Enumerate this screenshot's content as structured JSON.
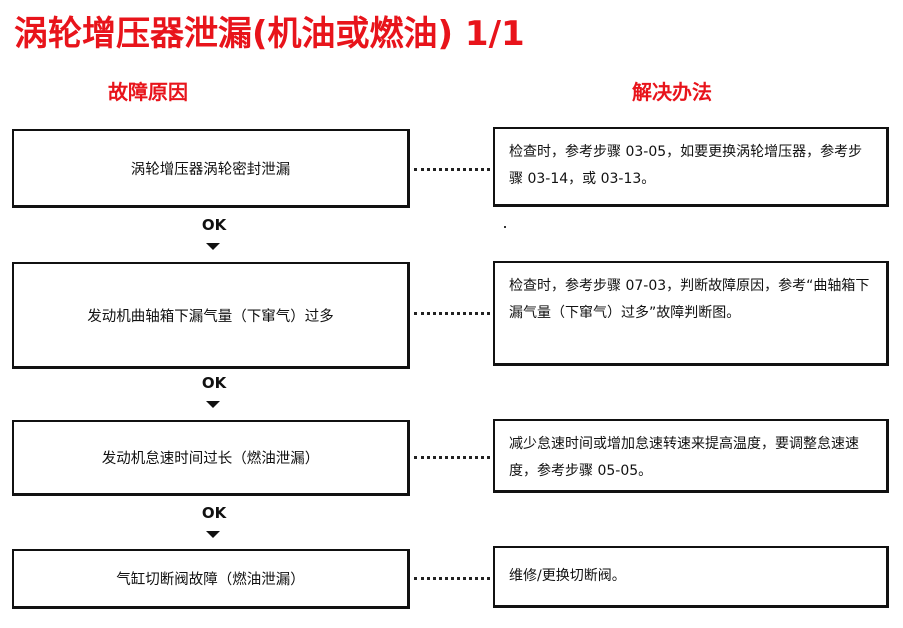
{
  "title": "涡轮增压器泄漏(机油或燃油) 1/1",
  "columns": {
    "cause": "故障原因",
    "solution": "解决办法"
  },
  "steps": [
    {
      "cause": "涡轮增压器涡轮密封泄漏",
      "solution": "检查时，参考步骤 03-05，如要更换涡轮增压器，参考步骤 03-14，或 03-13。"
    },
    {
      "cause": "发动机曲轴箱下漏气量（下窜气）过多",
      "solution": "检查时，参考步骤 07-03，判断故障原因，参考“曲轴箱下漏气量（下窜气）过多”故障判断图。"
    },
    {
      "cause": "发动机怠速时间过长（燃油泄漏）",
      "solution": "减少怠速时间或增加怠速转速来提高温度，要调整怠速速度，参考步骤 05-05。"
    },
    {
      "cause": "气缸切断阀故障（燃油泄漏）",
      "solution": "维修/更换切断阀。"
    }
  ],
  "connectors": {
    "ok_1": "OK",
    "ok_2": "OK",
    "ok_3": "OK"
  },
  "colors": {
    "title": "#e8141b",
    "border": "#111111"
  }
}
